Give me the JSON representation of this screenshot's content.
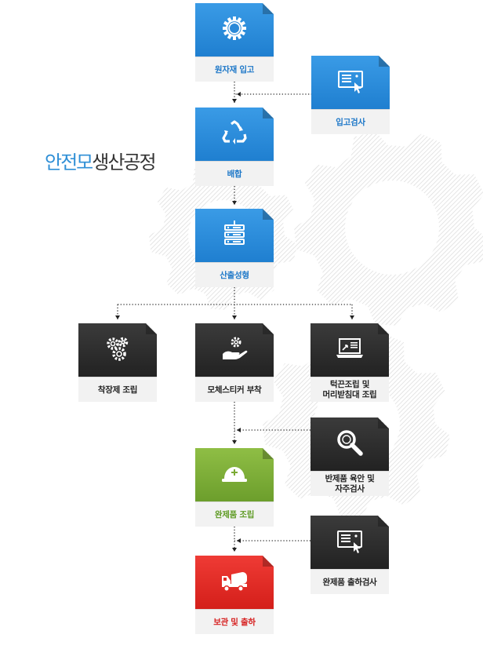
{
  "title": {
    "part1": "안전모",
    "part2": "생산공정"
  },
  "steps": [
    {
      "id": "raw",
      "label": "원자재 입고",
      "icon": "gear-icon",
      "color": "blue"
    },
    {
      "id": "inspect_in",
      "label": "입고검사",
      "icon": "monitor-click-icon",
      "color": "blue"
    },
    {
      "id": "mix",
      "label": "배합",
      "icon": "recycle-icon",
      "color": "blue"
    },
    {
      "id": "extrude",
      "label": "산출성형",
      "icon": "server-icon",
      "color": "blue"
    },
    {
      "id": "chinstrap",
      "label": "착장제 조립",
      "icon": "gears-icon",
      "color": "dark"
    },
    {
      "id": "sticker",
      "label": "모체스티커 부착",
      "icon": "hand-gear-icon",
      "color": "dark"
    },
    {
      "id": "chinpad",
      "label": "턱끈조립 및\n머리받침대 조립",
      "icon": "laptop-icon",
      "color": "dark"
    },
    {
      "id": "semi_inspect",
      "label": "반제품 육안 및\n자주검사",
      "icon": "magnifier-icon",
      "color": "dark"
    },
    {
      "id": "assemble",
      "label": "완제품 조립",
      "icon": "helmet-icon",
      "color": "green"
    },
    {
      "id": "final_inspect",
      "label": "완제품 출하검사",
      "icon": "monitor-click-icon",
      "color": "dark"
    },
    {
      "id": "ship",
      "label": "보관 및 출하",
      "icon": "truck-icon",
      "color": "red"
    }
  ]
}
